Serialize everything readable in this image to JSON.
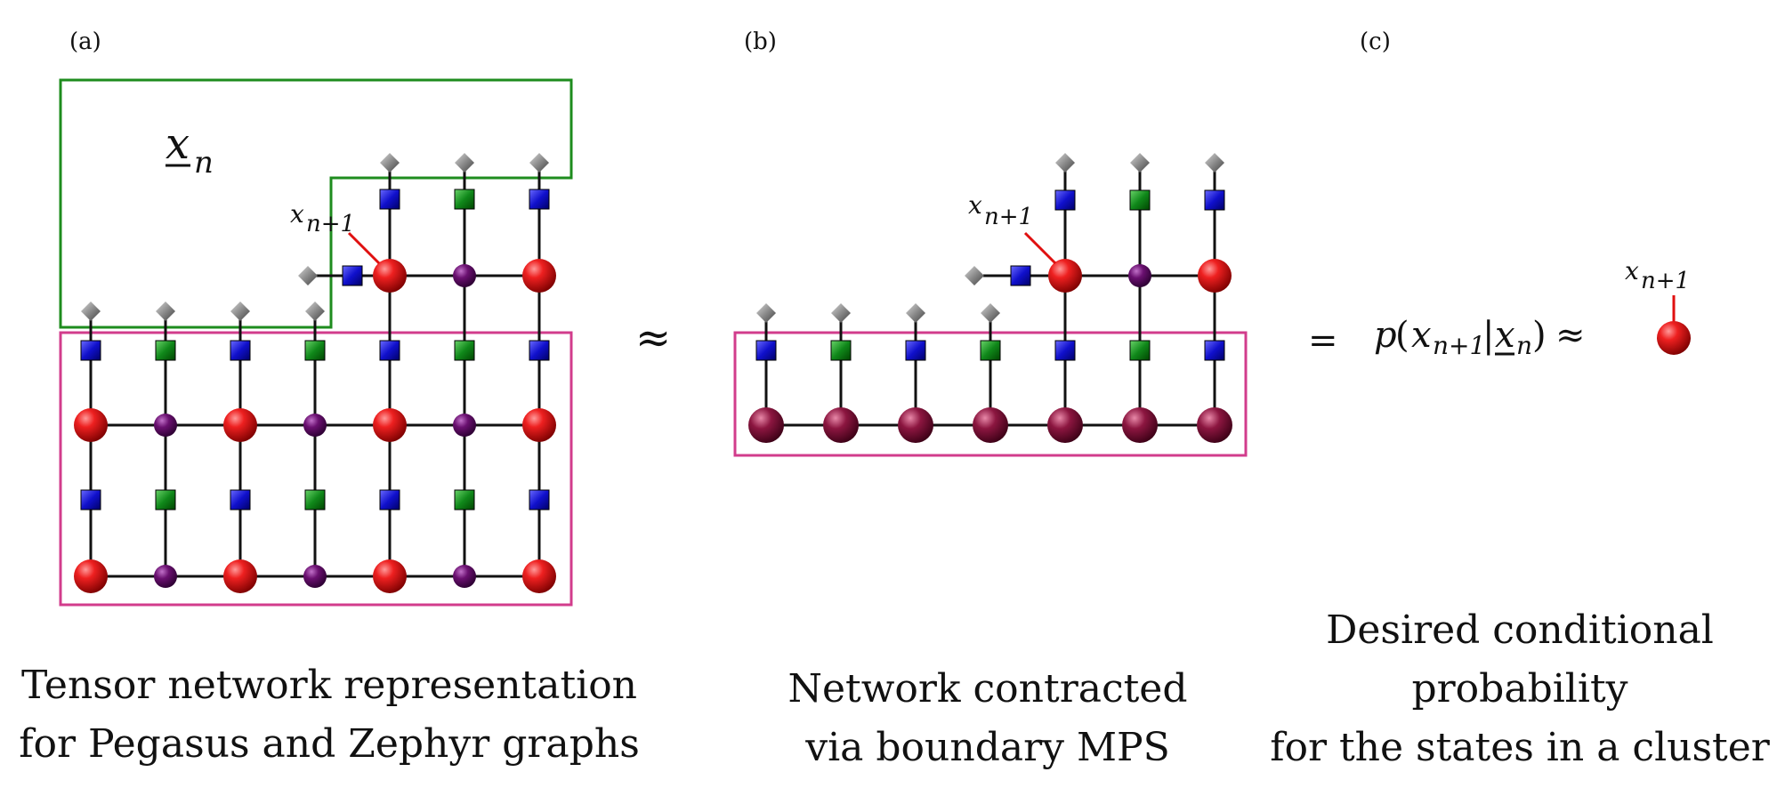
{
  "panels": {
    "a": {
      "label": "(a)",
      "region_label": "x",
      "region_subscript": "n",
      "index_label": "x",
      "index_subscript": "n+1",
      "caption": [
        "Tensor network representation",
        "for Pegasus and Zephyr graphs"
      ]
    },
    "b": {
      "label": "(b)",
      "index_label": "x",
      "index_subscript": "n+1",
      "caption": [
        "Network contracted",
        "via boundary MPS"
      ]
    },
    "c": {
      "label": "(c)",
      "equals": "=",
      "prob_p": "p",
      "prob_open": "(",
      "prob_x": "x",
      "prob_x_sub": "n+1",
      "prob_bar": "|",
      "prob_cond": "x",
      "prob_cond_sub": "n",
      "prob_close": ")",
      "approx": "≈",
      "index_label": "x",
      "index_subscript": "n+1",
      "caption": [
        "Desired conditional",
        "probability",
        "for the states in a cluster"
      ]
    }
  },
  "approx_ab": "≈",
  "colors": {
    "region_green": "#1e8c1e",
    "region_magenta": "#d23c8c",
    "edge": "#111111",
    "leg_red": "#e01010",
    "site_red": "#e01a1a",
    "site_purple": "#6a1070",
    "site_mps": "#8c1640",
    "square_blue": "#1010cc",
    "square_green": "#10881a",
    "diamond_gray": "#8a8a8a"
  }
}
